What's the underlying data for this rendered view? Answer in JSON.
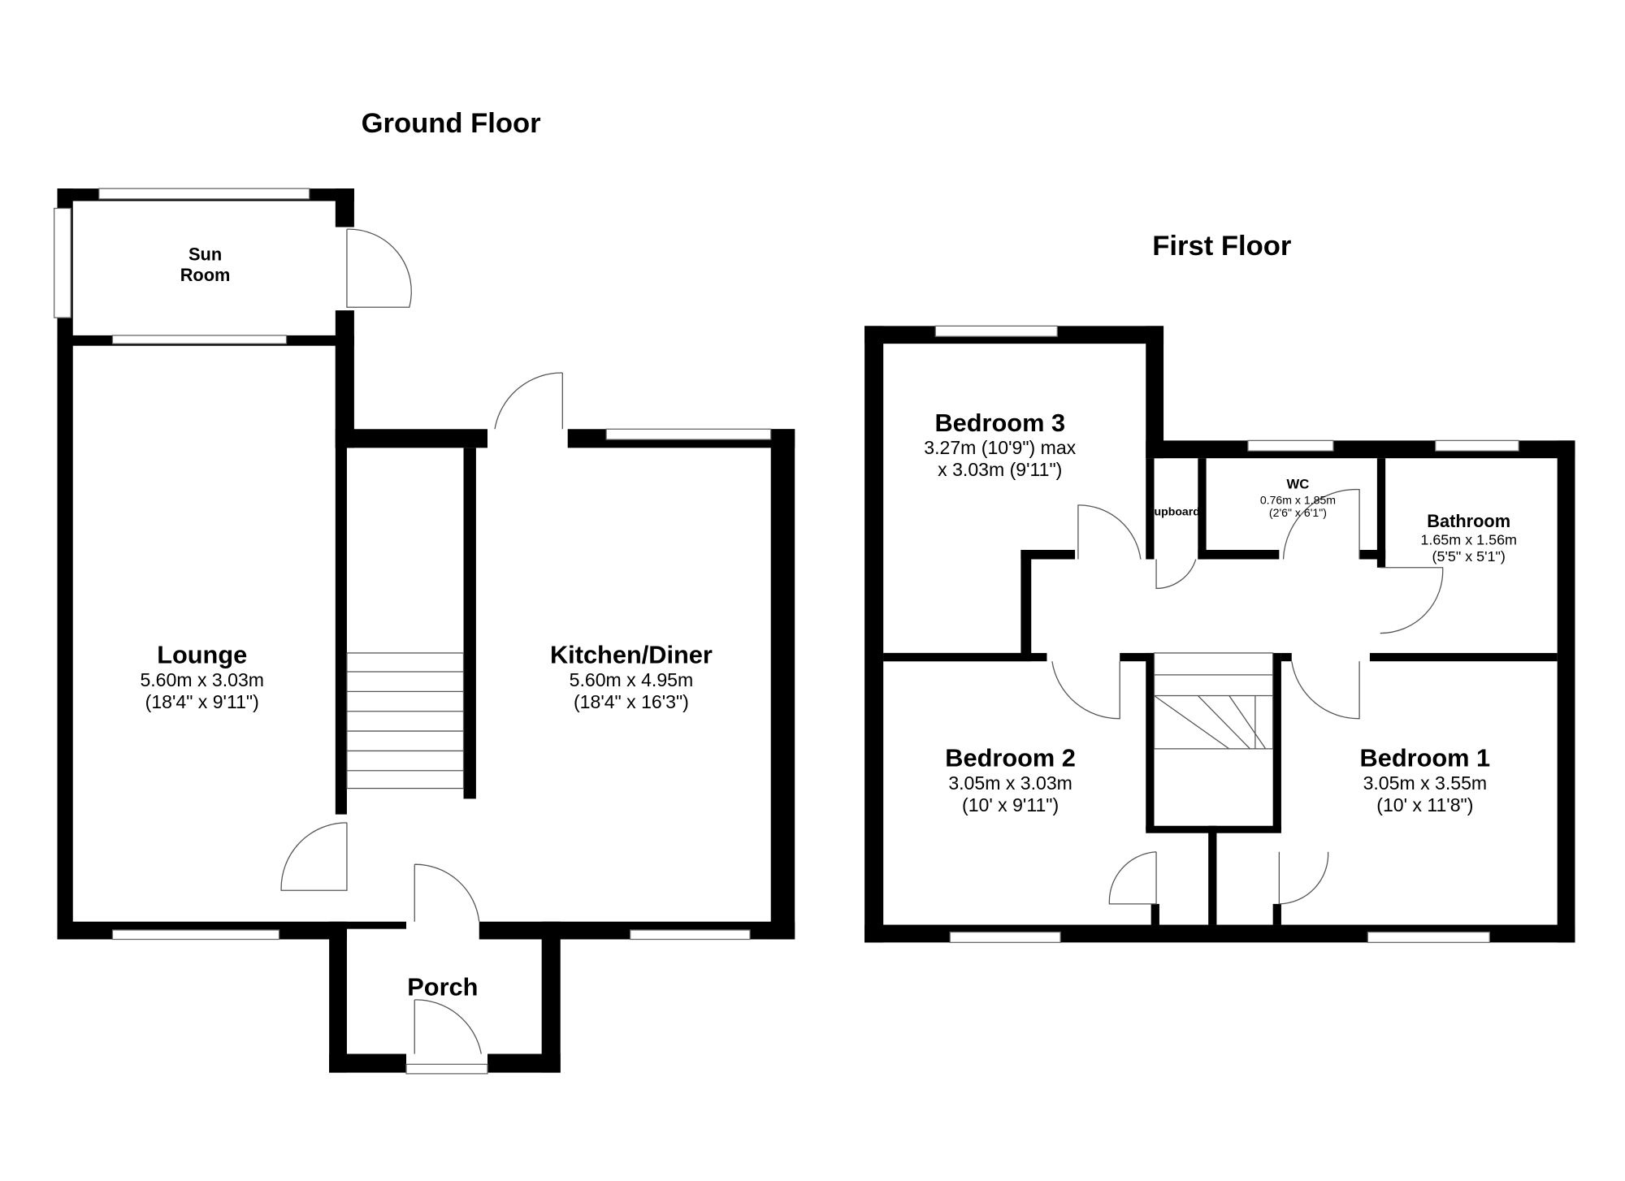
{
  "floors": {
    "ground": {
      "title": "Ground Floor",
      "rooms": {
        "sun_room": {
          "name_line1": "Sun",
          "name_line2": "Room"
        },
        "lounge": {
          "name": "Lounge",
          "metric": "5.60m x 3.03m",
          "imperial": "(18'4\" x 9'11\")"
        },
        "kitchen": {
          "name": "Kitchen/Diner",
          "metric": "5.60m x 4.95m",
          "imperial": "(18'4\" x 16'3\")"
        },
        "porch": {
          "name": "Porch"
        }
      }
    },
    "first": {
      "title": "First Floor",
      "rooms": {
        "bedroom3": {
          "name": "Bedroom 3",
          "line1": "3.27m (10'9\") max",
          "line2": "x 3.03m (9'11\")"
        },
        "cupboard": {
          "name": "Cupboard"
        },
        "wc": {
          "name": "WC",
          "metric": "0.76m x 1.85m",
          "imperial": "(2'6\" x 6'1\")"
        },
        "bathroom": {
          "name": "Bathroom",
          "metric": "1.65m x 1.56m",
          "imperial": "(5'5\" x 5'1\")"
        },
        "bedroom2": {
          "name": "Bedroom 2",
          "metric": "3.05m x 3.03m",
          "imperial": "(10' x 9'11\")"
        },
        "bedroom1": {
          "name": "Bedroom 1",
          "metric": "3.05m x 3.55m",
          "imperial": "(10' x 11'8\")"
        }
      }
    }
  }
}
